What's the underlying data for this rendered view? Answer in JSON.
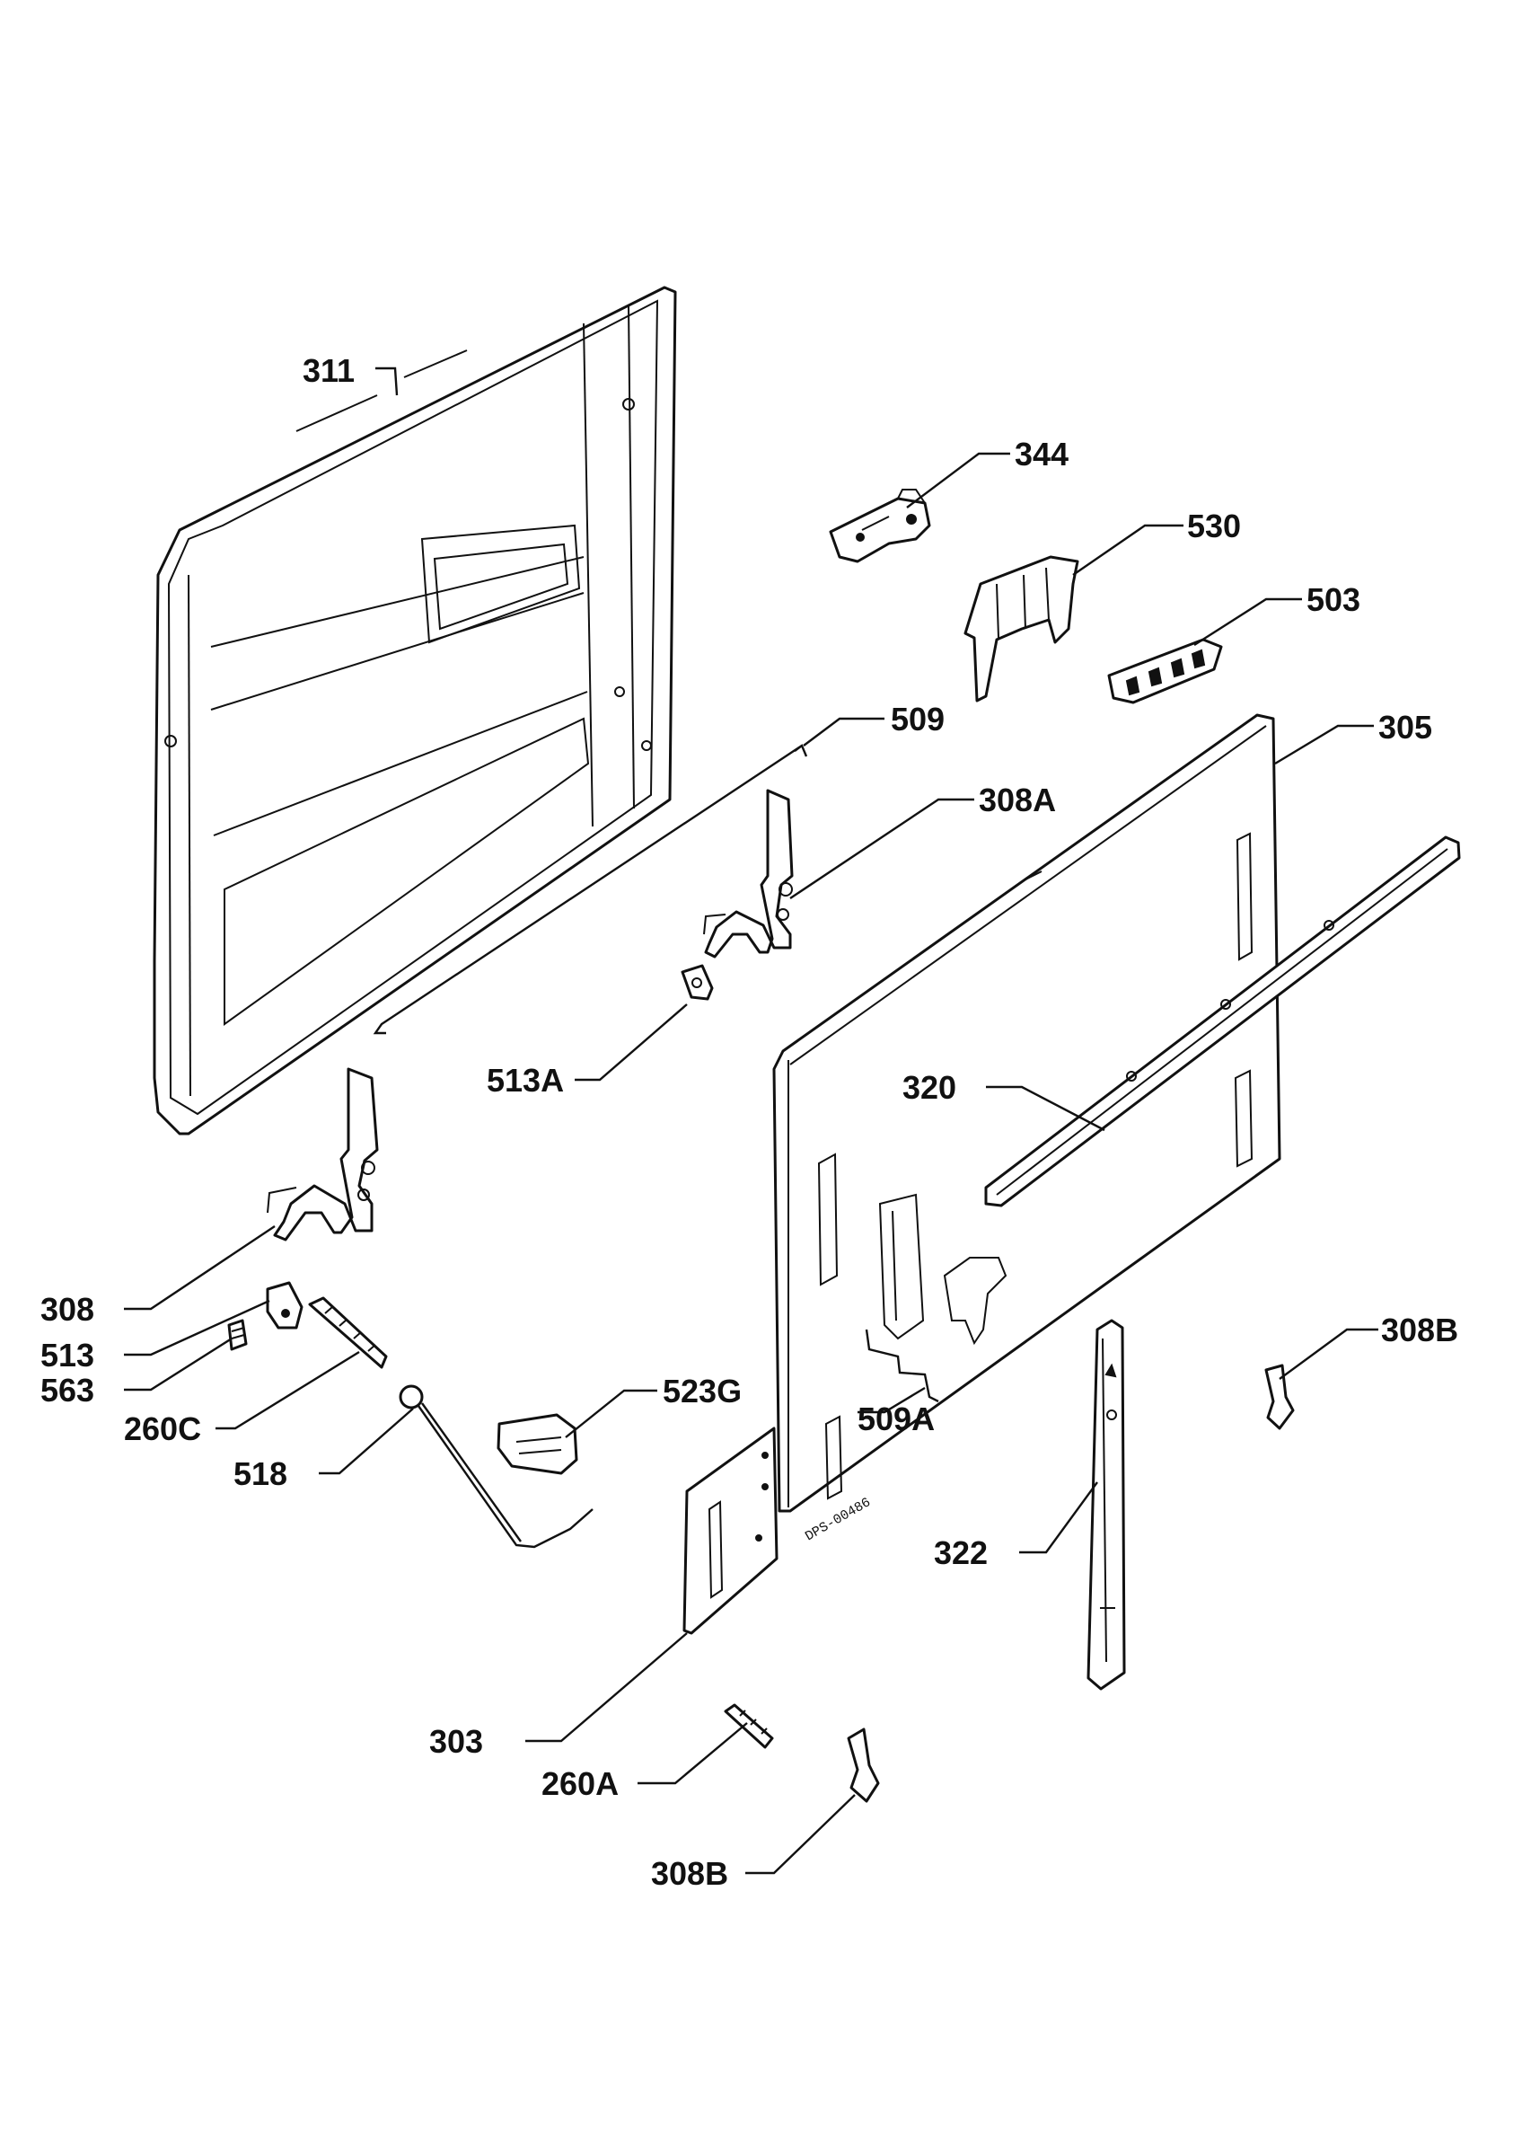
{
  "diagram": {
    "drawing_code": "DPS-00486",
    "callouts": [
      {
        "id": "311",
        "text": "311"
      },
      {
        "id": "344",
        "text": "344"
      },
      {
        "id": "530",
        "text": "530"
      },
      {
        "id": "503",
        "text": "503"
      },
      {
        "id": "509",
        "text": "509"
      },
      {
        "id": "305",
        "text": "305"
      },
      {
        "id": "308A",
        "text": "308A"
      },
      {
        "id": "513A",
        "text": "513A"
      },
      {
        "id": "320",
        "text": "320"
      },
      {
        "id": "308",
        "text": "308"
      },
      {
        "id": "513",
        "text": "513"
      },
      {
        "id": "563",
        "text": "563"
      },
      {
        "id": "260C",
        "text": "260C"
      },
      {
        "id": "518",
        "text": "518"
      },
      {
        "id": "523G",
        "text": "523G"
      },
      {
        "id": "509A",
        "text": "509A"
      },
      {
        "id": "308B_right",
        "text": "308B"
      },
      {
        "id": "322",
        "text": "322"
      },
      {
        "id": "303",
        "text": "303"
      },
      {
        "id": "260A",
        "text": "260A"
      },
      {
        "id": "308B_bottom",
        "text": "308B"
      }
    ]
  }
}
